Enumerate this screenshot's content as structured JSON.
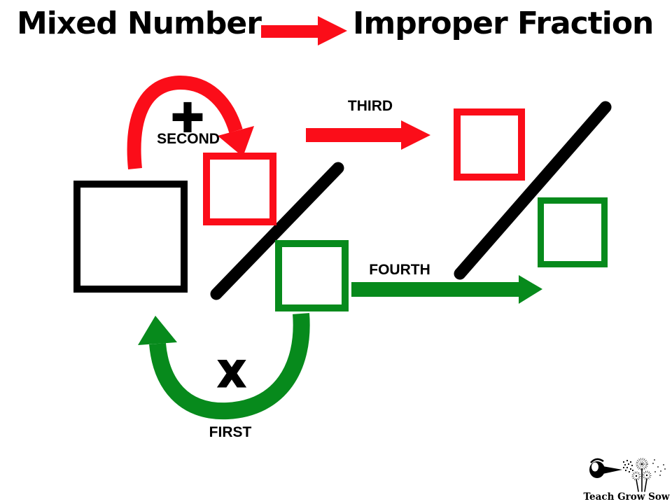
{
  "title": {
    "left": "Mixed Number",
    "right": "Improper Fraction"
  },
  "steps": {
    "first": {
      "label": "FIRST",
      "operator": "X"
    },
    "second": {
      "label": "SECOND",
      "operator": "+"
    },
    "third": {
      "label": "THIRD"
    },
    "fourth": {
      "label": "FOURTH"
    }
  },
  "colors": {
    "red": "#fb0d19",
    "green": "#078a1c",
    "black": "#000000"
  },
  "logo": {
    "text": "Teach Grow Sow"
  }
}
